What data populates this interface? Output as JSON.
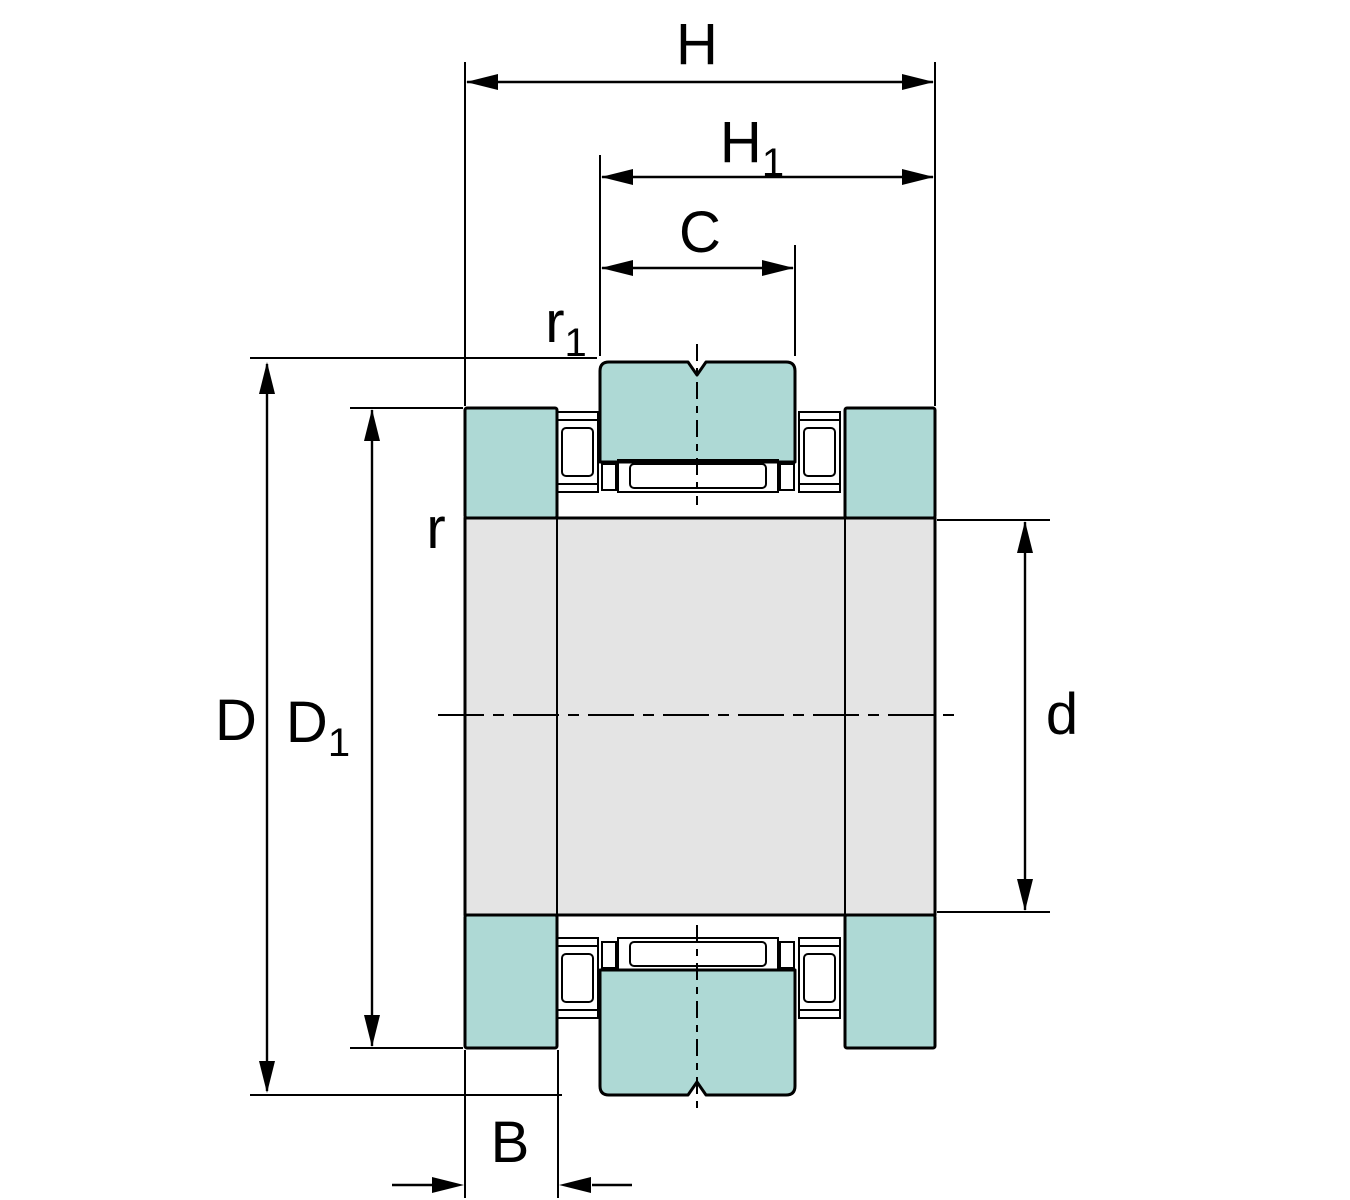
{
  "figure": {
    "description": "Bearing cross-section dimension drawing",
    "colors": {
      "ring": "#aed9d5",
      "sleeve": "#e4e4e4",
      "roller": "#e9f4f2",
      "line": "#000000",
      "background": "#ffffff"
    },
    "labels": {
      "H": {
        "main": "H",
        "sub": ""
      },
      "H1": {
        "main": "H",
        "sub": "1"
      },
      "C": {
        "main": "C",
        "sub": ""
      },
      "r1": {
        "main": "r",
        "sub": "1"
      },
      "r": {
        "main": "r",
        "sub": ""
      },
      "D": {
        "main": "D",
        "sub": ""
      },
      "D1": {
        "main": "D",
        "sub": "1"
      },
      "d": {
        "main": "d",
        "sub": ""
      },
      "B": {
        "main": "B",
        "sub": ""
      }
    }
  }
}
